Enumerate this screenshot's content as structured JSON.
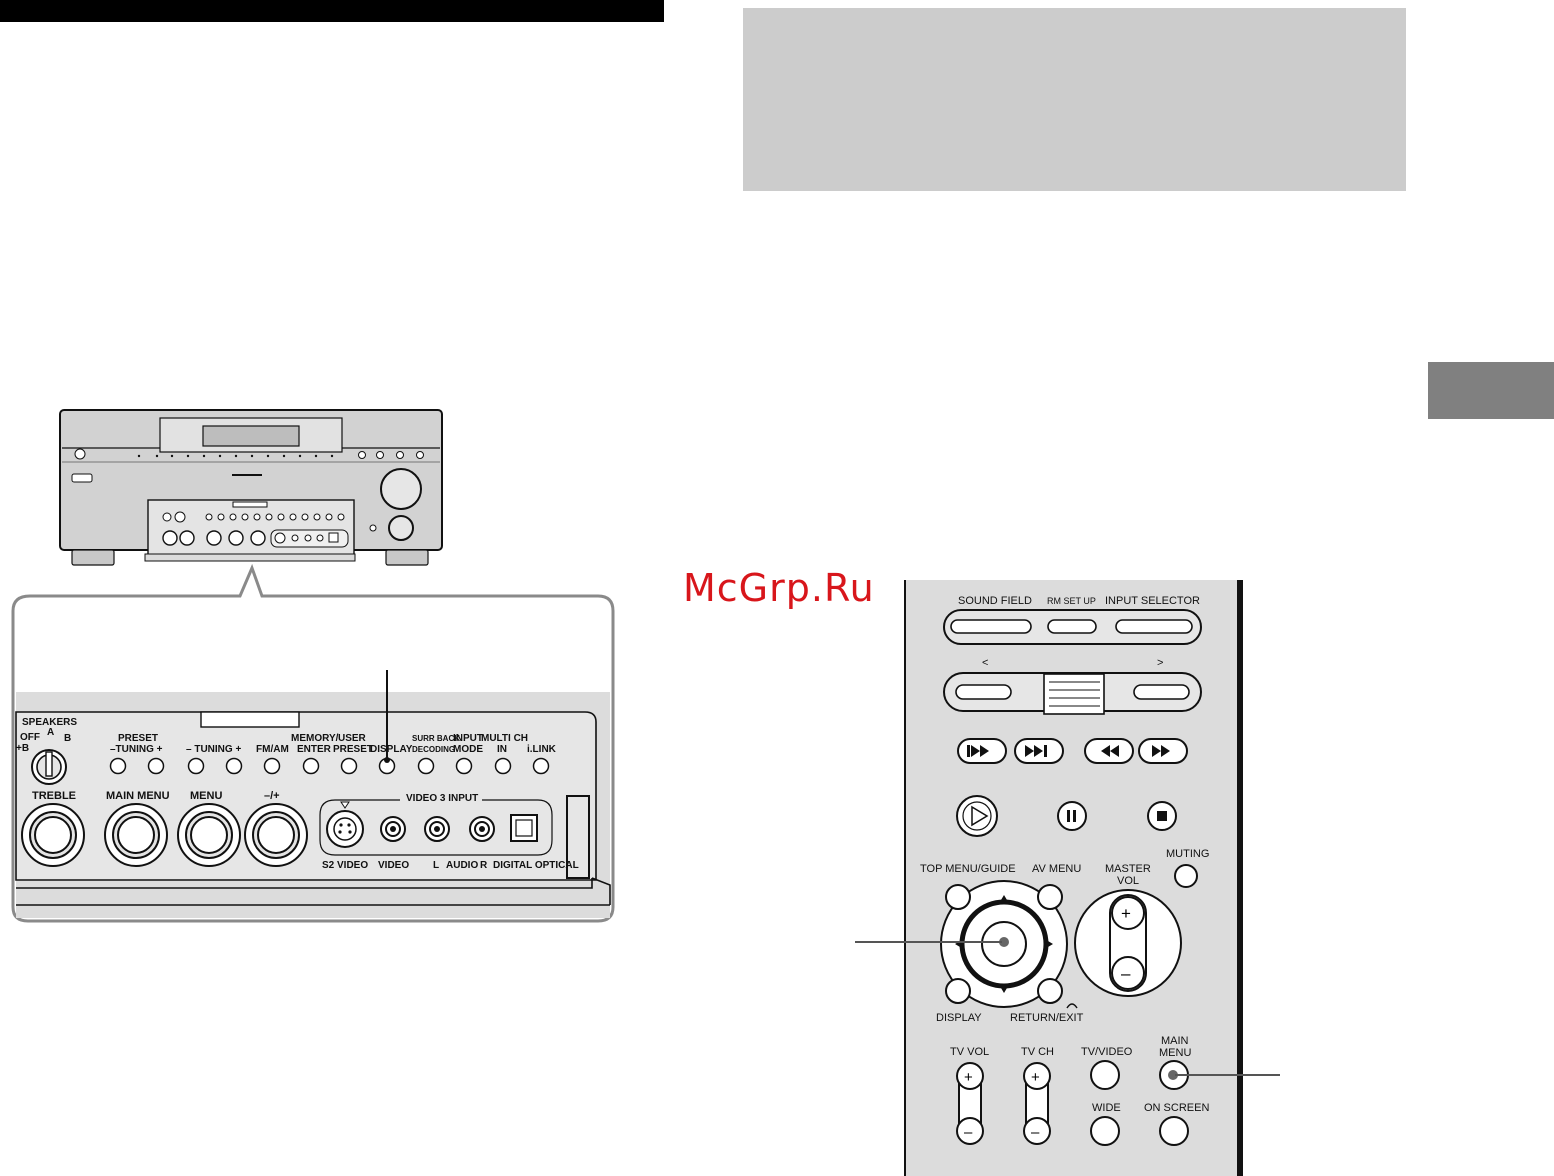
{
  "watermark": "McGrp.Ru",
  "receiver_panel": {
    "speakers_label": "SPEAKERS",
    "speakers_positions": [
      "OFF",
      "A",
      "B",
      "+B"
    ],
    "preset_label": "PRESET",
    "preset_tuning_label": "–TUNING +",
    "tuning_label": "– TUNING +",
    "fm_am_label": "FM/AM",
    "memory_label": "MEMORY/",
    "enter_label": "ENTER",
    "user_label": "USER",
    "preset2_label": "PRESET",
    "display_label": "DISPLAY",
    "surr_back_label": "SURR BACK",
    "decoding_label": "DECODING",
    "input_label": "INPUT",
    "mode_label": "MODE",
    "multi_ch_label": "MULTI CH",
    "in_label": "IN",
    "ilink_label": "i.LINK",
    "treble_label": "TREBLE",
    "main_menu_label": "MAIN MENU",
    "menu_label": "MENU",
    "minus_plus_label": "–/+",
    "video3_input_label": "VIDEO 3 INPUT",
    "s2video_label": "S2 VIDEO",
    "video_label": "VIDEO",
    "l_label": "L",
    "audio_label": "AUDIO",
    "r_label": "R",
    "digital_optical_label": "DIGITAL OPTICAL"
  },
  "remote": {
    "sound_field": "SOUND FIELD",
    "rm_set_up": "RM SET UP",
    "input_selector": "INPUT SELECTOR",
    "left_arrow": "<",
    "right_arrow": ">",
    "top_menu_guide": "TOP MENU/GUIDE",
    "av_menu": "AV MENU",
    "master_vol_1": "MASTER",
    "master_vol_2": "VOL",
    "muting": "MUTING",
    "display": "DISPLAY",
    "return_exit": "RETURN/EXIT",
    "tv_vol": "TV VOL",
    "tv_ch": "TV CH",
    "tv_video": "TV/VIDEO",
    "main_menu_1": "MAIN",
    "main_menu_2": "MENU",
    "wide": "WIDE",
    "on_screen": "ON SCREEN",
    "plus": "+",
    "minus": "–"
  }
}
